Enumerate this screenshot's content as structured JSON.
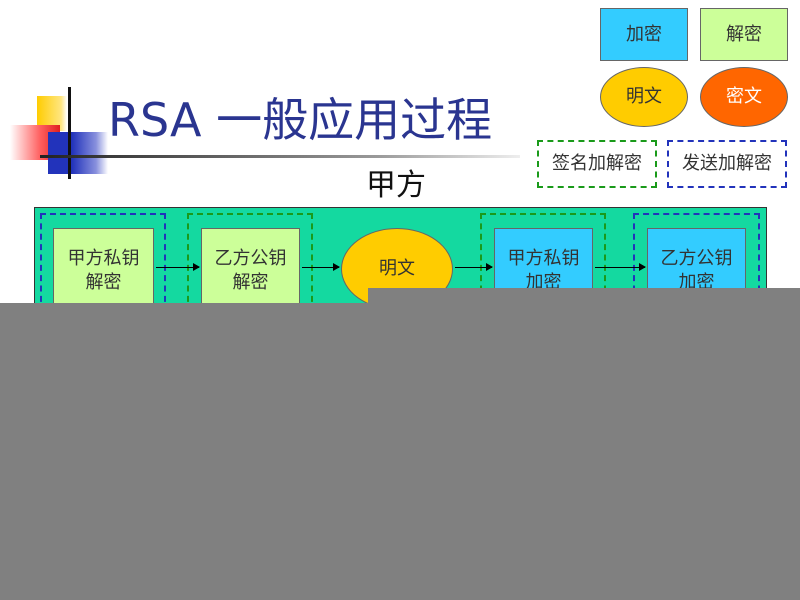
{
  "title": "RSA 一般应用过程",
  "subtitle": "甲方",
  "legend": {
    "encrypt": "加密",
    "decrypt": "解密",
    "plaintext": "明文",
    "ciphertext": "密文",
    "sign_group": "签名加解密",
    "send_group": "发送加解密"
  },
  "flow": [
    {
      "label": "甲方私钥\n解密",
      "type": "decrypt"
    },
    {
      "label": "乙方公钥\n解密",
      "type": "decrypt"
    },
    {
      "label": "明文",
      "type": "plaintext"
    },
    {
      "label": "甲方私钥\n加密",
      "type": "encrypt"
    },
    {
      "label": "乙方公钥\n加密",
      "type": "encrypt"
    }
  ],
  "colors": {
    "encrypt": "#33CCFF",
    "decrypt": "#CCFF99",
    "plaintext": "#FFCC00",
    "ciphertext": "#FF6600",
    "panel": "#14D9A0",
    "sign_border": "#1a9a1a",
    "send_border": "#2233bb",
    "overlay": "#808080"
  }
}
